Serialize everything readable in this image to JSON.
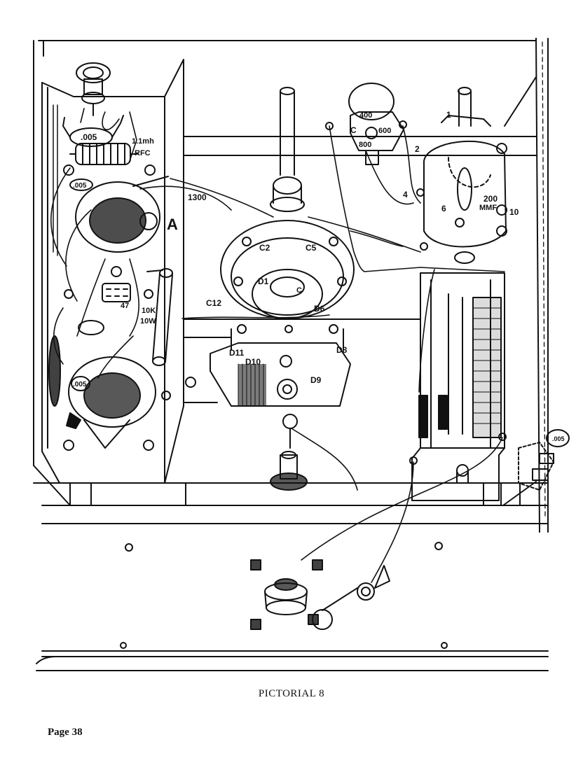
{
  "caption": "PICTORIAL 8",
  "page_number": "Page 38",
  "labels": {
    "c005_top": ".005",
    "choke_value": "1.1mh",
    "choke_type": "RFC",
    "c005_left": ".005",
    "r1300": "1300",
    "mark_a": "A",
    "r47": "47",
    "r10k_value": "10K",
    "r10k_watts": "10W",
    "c005_lower": ".005",
    "c005_right": ".005",
    "switch_c": "C",
    "switch_400": "400",
    "switch_600": "600",
    "switch_800": "800",
    "cap_lug_1": "1",
    "cap_lug_2": "2",
    "cap_lug_4": "4",
    "cap_lug_6": "6",
    "cap_lug_10": "10",
    "cap_value": "200",
    "cap_unit": "MMF",
    "coil_c2": "C2",
    "coil_c5": "C5",
    "coil_d1": "D1",
    "coil_c": "C",
    "coil_c12": "C12",
    "coil_d6": "D6",
    "coil_d11": "D11",
    "coil_d10": "D10",
    "coil_d9": "D9",
    "coil_d8": "D8"
  }
}
